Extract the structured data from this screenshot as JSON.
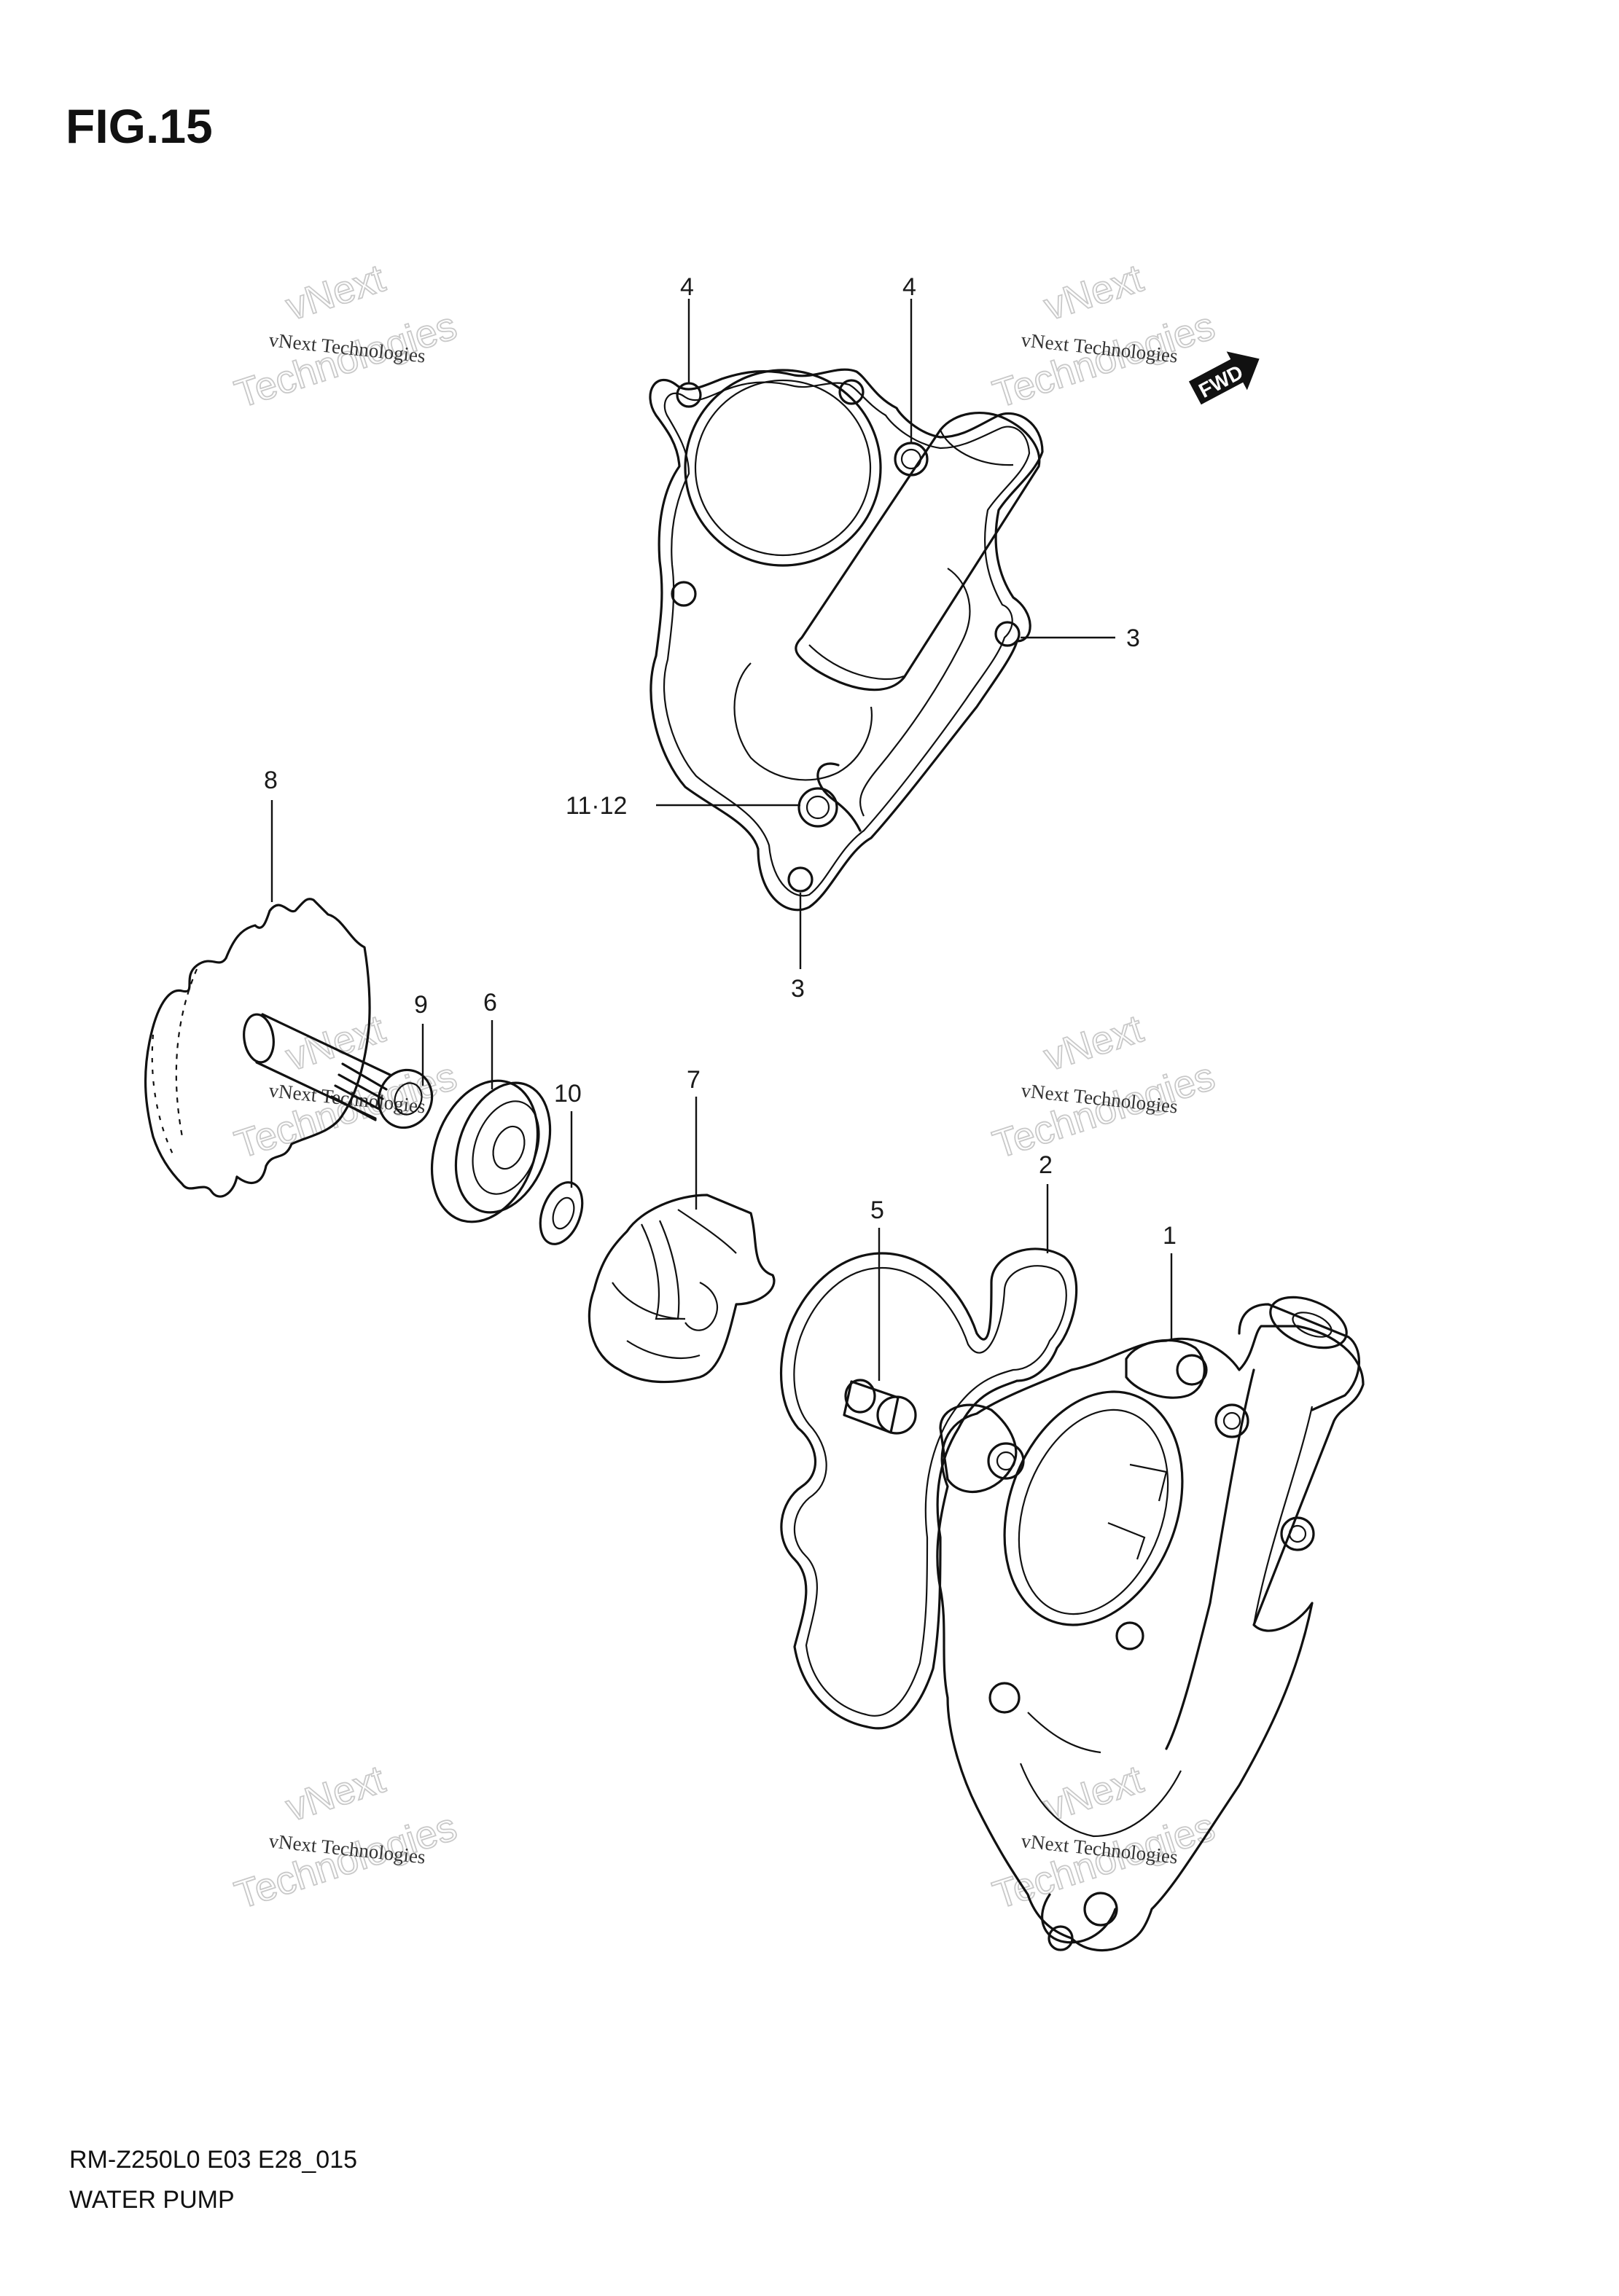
{
  "figure": {
    "title": "FIG.15",
    "code": "RM-Z250L0 E03 E28_015",
    "name": "WATER PUMP"
  },
  "watermark": {
    "line1": "vNext Technologies",
    "line2": "Technologies",
    "line3": "vNext"
  },
  "direction_badge": "FWD",
  "callouts": {
    "c1": "1",
    "c2": "2",
    "c3a": "3",
    "c3b": "3",
    "c4a": "4",
    "c4b": "4",
    "c5": "5",
    "c6": "6",
    "c7": "7",
    "c8": "8",
    "c9": "9",
    "c10": "10",
    "c11_12": "11·12"
  }
}
